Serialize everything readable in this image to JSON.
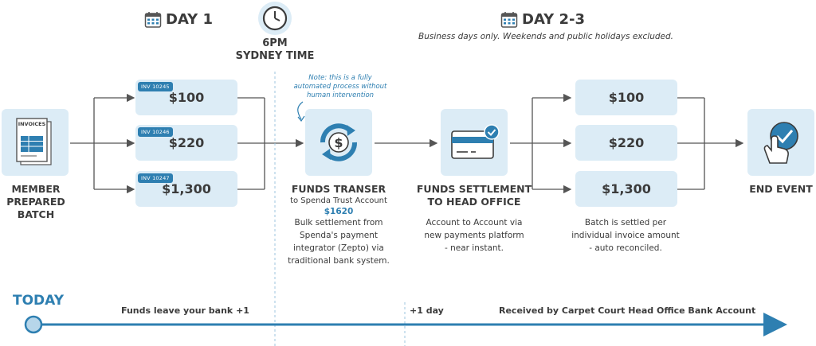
{
  "header": {
    "day1": "DAY 1",
    "day23": "DAY 2-3",
    "time_main": "6PM",
    "time_sub": "SYDNEY TIME",
    "business_note": "Business days only. Weekends and public holidays excluded."
  },
  "member": {
    "label_1": "MEMBER",
    "label_2": "PREPARED",
    "label_3": "BATCH",
    "doc_label": "INVOICES"
  },
  "invoices": [
    {
      "tag": "INV 10245",
      "amount": "$100"
    },
    {
      "tag": "INV 10246",
      "amount": "$220"
    },
    {
      "tag": "INV 10247",
      "amount": "$1,300"
    }
  ],
  "automation_note": {
    "line_1": "Note: this is a fully",
    "line_2": "automated process without",
    "line_3": "human intervention"
  },
  "funds_transfer": {
    "title": "FUNDS TRANSER",
    "subtitle": "to Spenda Trust Account",
    "amount": "$1620",
    "desc_1": "Bulk settlement from",
    "desc_2": "Spenda's payment",
    "desc_3": "integrator (Zepto) via",
    "desc_4": "traditional bank system."
  },
  "settlement": {
    "title_1": "FUNDS SETTLEMENT",
    "title_2": "TO HEAD OFFICE",
    "desc_1": "Account to Account via",
    "desc_2": "new payments platform",
    "desc_3": "- near instant."
  },
  "settled": [
    {
      "amount": "$100"
    },
    {
      "amount": "$220"
    },
    {
      "amount": "$1,300"
    }
  ],
  "settled_note": {
    "line_1": "Batch is settled per",
    "line_2": "individual invoice amount",
    "line_3": "- auto reconciled."
  },
  "end_event": "END EVENT",
  "timeline": {
    "today": "TODAY",
    "leave": "Funds leave your bank +1",
    "plus_one": "+1 day",
    "received": "Received by Carpet Court Head Office Bank Account"
  },
  "colors": {
    "box": "#dcecf6",
    "accent": "#2e7fb1",
    "line": "#555555",
    "text": "#3b3b3b"
  }
}
